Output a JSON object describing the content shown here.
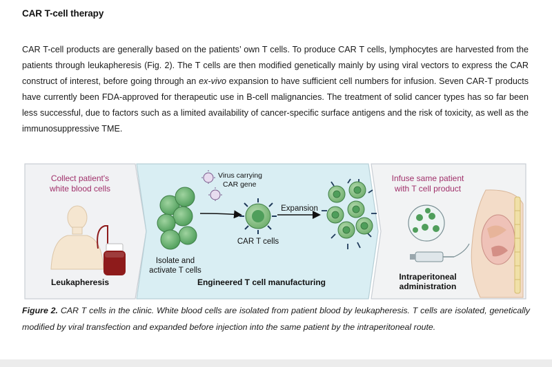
{
  "section": {
    "title": "CAR T-cell therapy"
  },
  "paragraph": {
    "part1": "CAR T-cell products are generally based on the patients’ own T cells. To produce CAR T cells, lymphocytes are harvested from the patients through leukapheresis (Fig. 2). The T cells are then modified genetically mainly by using viral vectors to express the CAR construct of interest, before going through an ",
    "emphasis": "ex-vivo",
    "part2": " expansion to have sufficient cell numbers for infusion. Seven CAR-T products have currently been FDA-approved for therapeutic use in B-cell malignancies. The treatment of solid cancer types has so far been less successful, due to factors such as a limited availability of cancer-specific surface antigens and the risk of toxicity, as well as the immunosuppressive TME."
  },
  "figure": {
    "panel1": {
      "title_line1": "Collect patient's",
      "title_line2": "white blood cells",
      "label": "Leukapheresis"
    },
    "panel2": {
      "virus_line1": "Virus carrying",
      "virus_line2": "CAR gene",
      "isolate_line1": "Isolate and",
      "isolate_line2": "activate T cells",
      "car_label": "CAR T cells",
      "expansion_label": "Expansion",
      "label": "Engineered T cell manufacturing"
    },
    "panel3": {
      "title_line1": "Infuse same patient",
      "title_line2": "with T cell product",
      "label_line1": "Intraperitoneal",
      "label_line2": "administration"
    },
    "colors": {
      "title_accent": "#a0306a",
      "panel_blue": "#d9eef3",
      "panel_grey": "#f2f3f4",
      "cell_green": "#4f9e5b",
      "blood_red": "#8e1b1b"
    }
  },
  "caption": {
    "label": "Figure 2.",
    "text": " CAR T cells in the clinic. White blood cells are isolated from patient blood by leukapheresis. T cells are isolated, genetically modified by viral transfection and expanded before injection into the same patient by the intraperitoneal route."
  }
}
